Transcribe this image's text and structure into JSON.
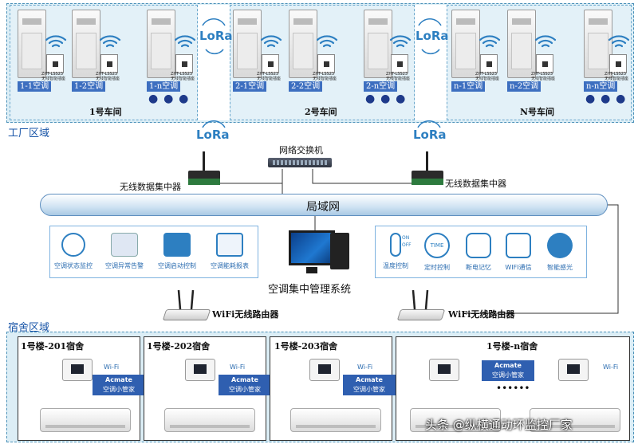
{
  "factory": {
    "title": "工厂区域",
    "workshops": [
      {
        "title": "1号车间",
        "units": [
          "1-1空调",
          "1-2空调",
          "1-n空调"
        ]
      },
      {
        "title": "2号车间",
        "units": [
          "2-1空调",
          "2-2空调",
          "2-n空调"
        ]
      },
      {
        "title": "N号车间",
        "units": [
          "n-1空调",
          "n-2空调",
          "n-n空调"
        ]
      }
    ],
    "device_label": "ZHT-LSS23",
    "device_sublabel": "无线智能插座",
    "dots": "● ● ●",
    "lora": "LoRa"
  },
  "network": {
    "switch_label": "网络交换机",
    "concentrator_label": "无线数据集中器",
    "lan_label": "局域网",
    "system_label": "空调集中管理系统",
    "router_label": "WiFi无线路由器",
    "left_functions": [
      "空调状态监控",
      "空调异常告警",
      "空调启动控制",
      "空调能耗报表"
    ],
    "right_functions": [
      "温度控制",
      "定时控制",
      "断电记忆",
      "WIFI通信",
      "智能感光"
    ],
    "timer_icon_text": "TIME",
    "on_text": "ON",
    "off_text": "OFF"
  },
  "dorm": {
    "title": "宿舍区域",
    "rooms": [
      {
        "title": "1号楼-201宿舍"
      },
      {
        "title": "1号楼-202宿舍"
      },
      {
        "title": "1号楼-203宿舍"
      },
      {
        "title": "1号楼-n宿舍"
      }
    ],
    "wifi": "Wi-Fi",
    "acmate_title": "Acmate",
    "acmate_sub": "空调小管家",
    "dots": "••••••"
  },
  "watermark": "头条 @纵横通动环监控厂家",
  "colors": {
    "accent_blue": "#2d7fc1",
    "area_bg": "#dceef6",
    "label_bg": "#3d6fc0",
    "signal_red": "#d62020",
    "lora_orange": "#f28c28"
  }
}
